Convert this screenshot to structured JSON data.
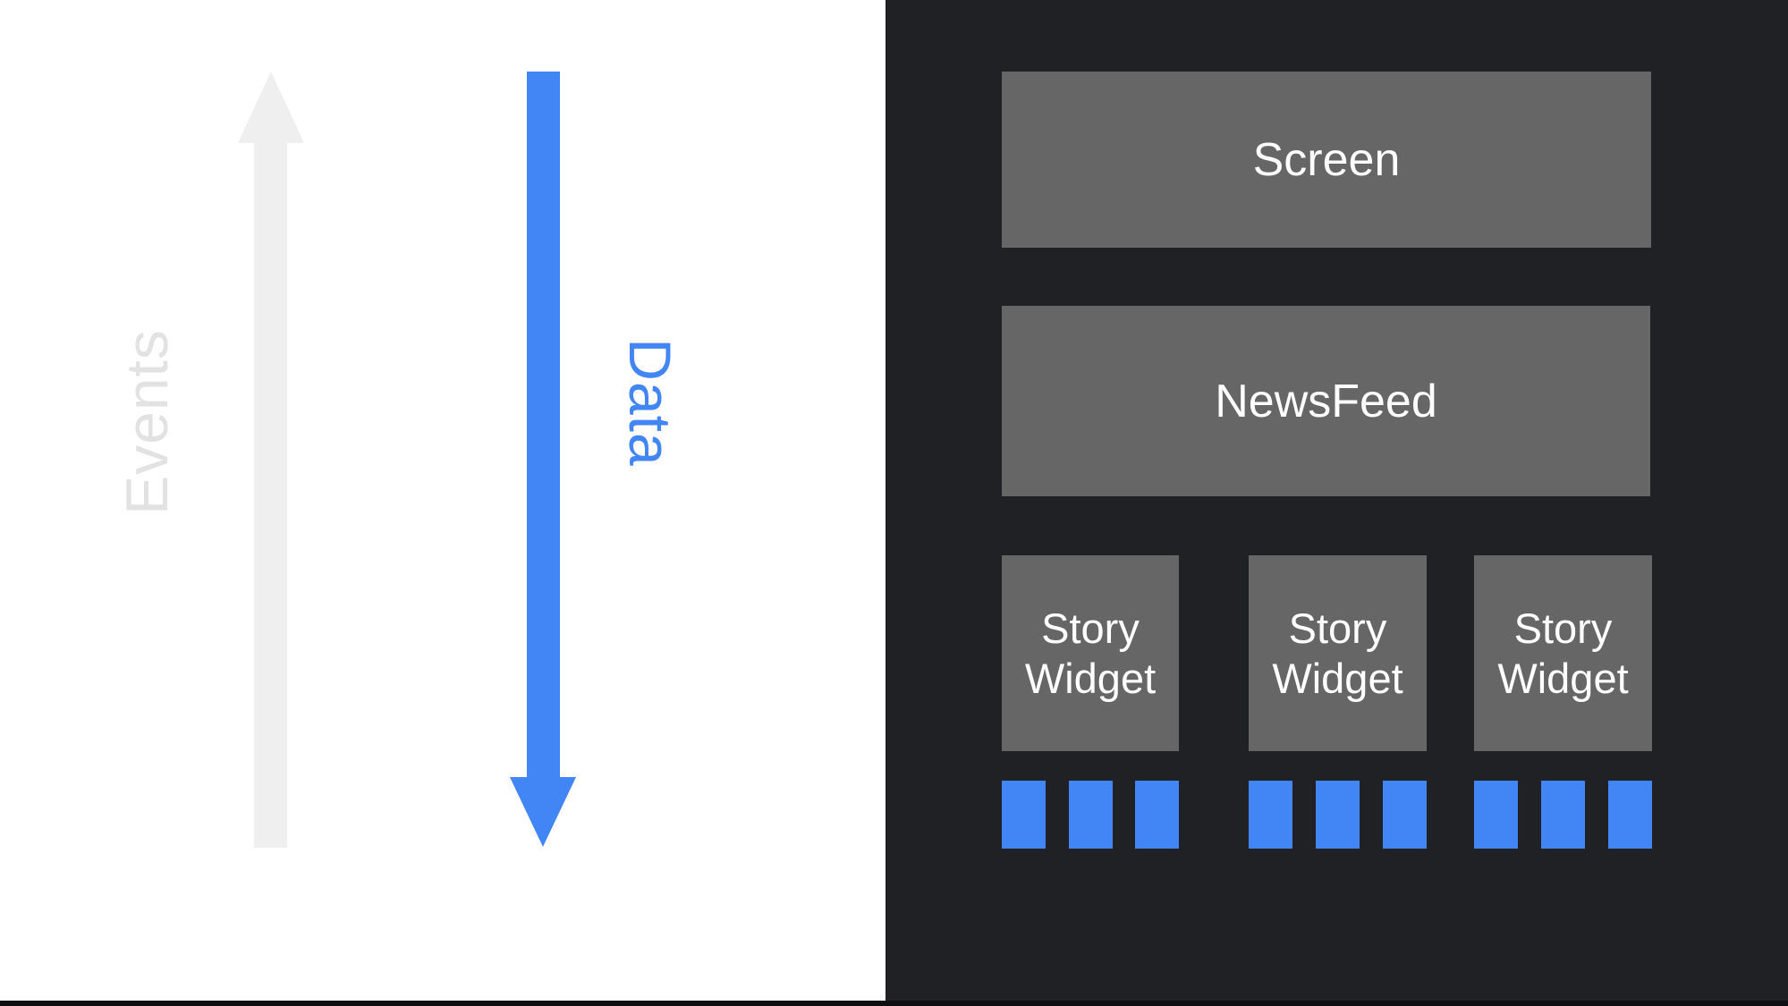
{
  "flow_panel": {
    "events_label": "Events",
    "data_label": "Data"
  },
  "tree_panel": {
    "screen_label": "Screen",
    "newsfeed_label": "NewsFeed",
    "story_widgets": [
      {
        "line1": "Story",
        "line2": "Widget"
      },
      {
        "line1": "Story",
        "line2": "Widget"
      },
      {
        "line1": "Story",
        "line2": "Widget"
      }
    ],
    "blocks_per_widget": 3
  },
  "colors": {
    "accent_blue": "#4285f4",
    "panel_dark": "#202124",
    "box_gray": "#666666",
    "arrow_gray": "#efefef",
    "events_text_gray": "#e2e2e2",
    "background_white": "#ffffff"
  }
}
